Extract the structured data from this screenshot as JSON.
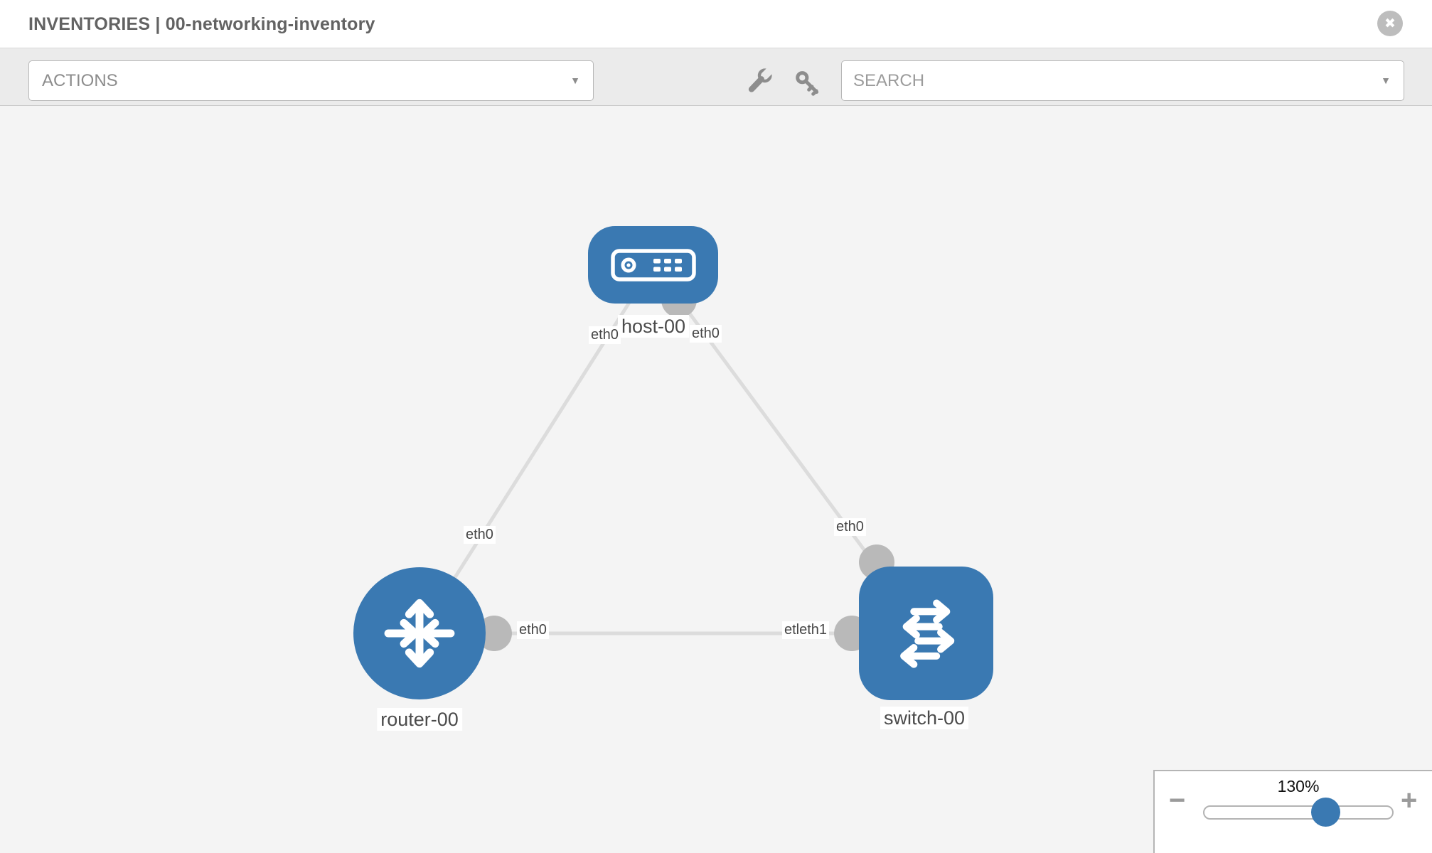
{
  "header": {
    "title": "INVENTORIES | 00-networking-inventory"
  },
  "toolbar": {
    "actions_label": "ACTIONS",
    "search_placeholder": "SEARCH"
  },
  "icons": {
    "close": "✖",
    "caret_down": "▼",
    "minus": "−",
    "plus": "+"
  },
  "topology": {
    "nodes": [
      {
        "id": "host-00",
        "type": "host",
        "label": "host-00"
      },
      {
        "id": "router-00",
        "type": "router",
        "label": "router-00"
      },
      {
        "id": "switch-00",
        "type": "switch",
        "label": "switch-00"
      }
    ],
    "links": [
      {
        "from": "host-00",
        "to": "router-00"
      },
      {
        "from": "host-00",
        "to": "switch-00"
      },
      {
        "from": "router-00",
        "to": "switch-00"
      }
    ],
    "interface_labels": [
      {
        "text": "eth0"
      },
      {
        "text": "eth0"
      },
      {
        "text": "eth0"
      },
      {
        "text": "eth0"
      },
      {
        "text": "eth0"
      },
      {
        "text": "etleth1"
      }
    ]
  },
  "zoom_control": {
    "percent": "130%"
  },
  "colors": {
    "node_blue": "#3a79b2",
    "link_gray": "#dcdcdc",
    "interface_gray": "#b9b9b9",
    "toolbar_bg": "#ebebeb",
    "canvas_bg": "#f4f4f4",
    "title_gray": "#636363"
  }
}
